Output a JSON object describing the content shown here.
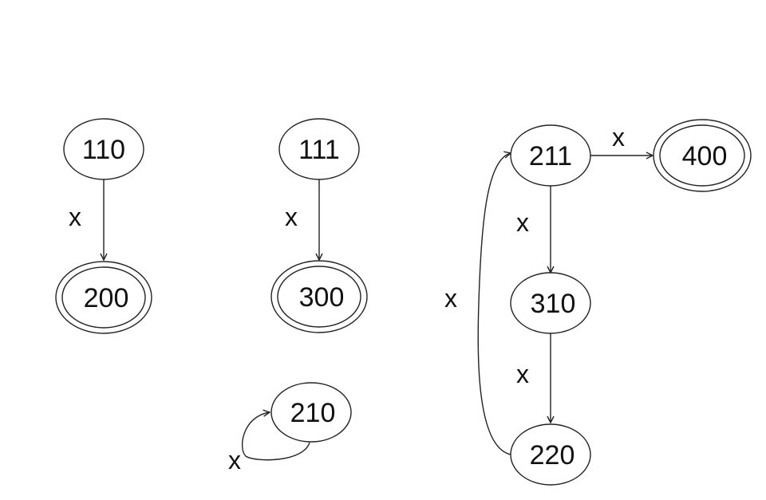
{
  "diagram": {
    "nodes": {
      "n110": "110",
      "n200": "200",
      "n111": "111",
      "n300": "300",
      "n210": "210",
      "n211": "211",
      "n400": "400",
      "n310": "310",
      "n220": "220"
    },
    "edges": {
      "e110_200": "x",
      "e111_300": "x",
      "e210_210": "x",
      "e211_400": "x",
      "e211_310": "x",
      "e310_220": "x",
      "e220_211": "x"
    }
  }
}
